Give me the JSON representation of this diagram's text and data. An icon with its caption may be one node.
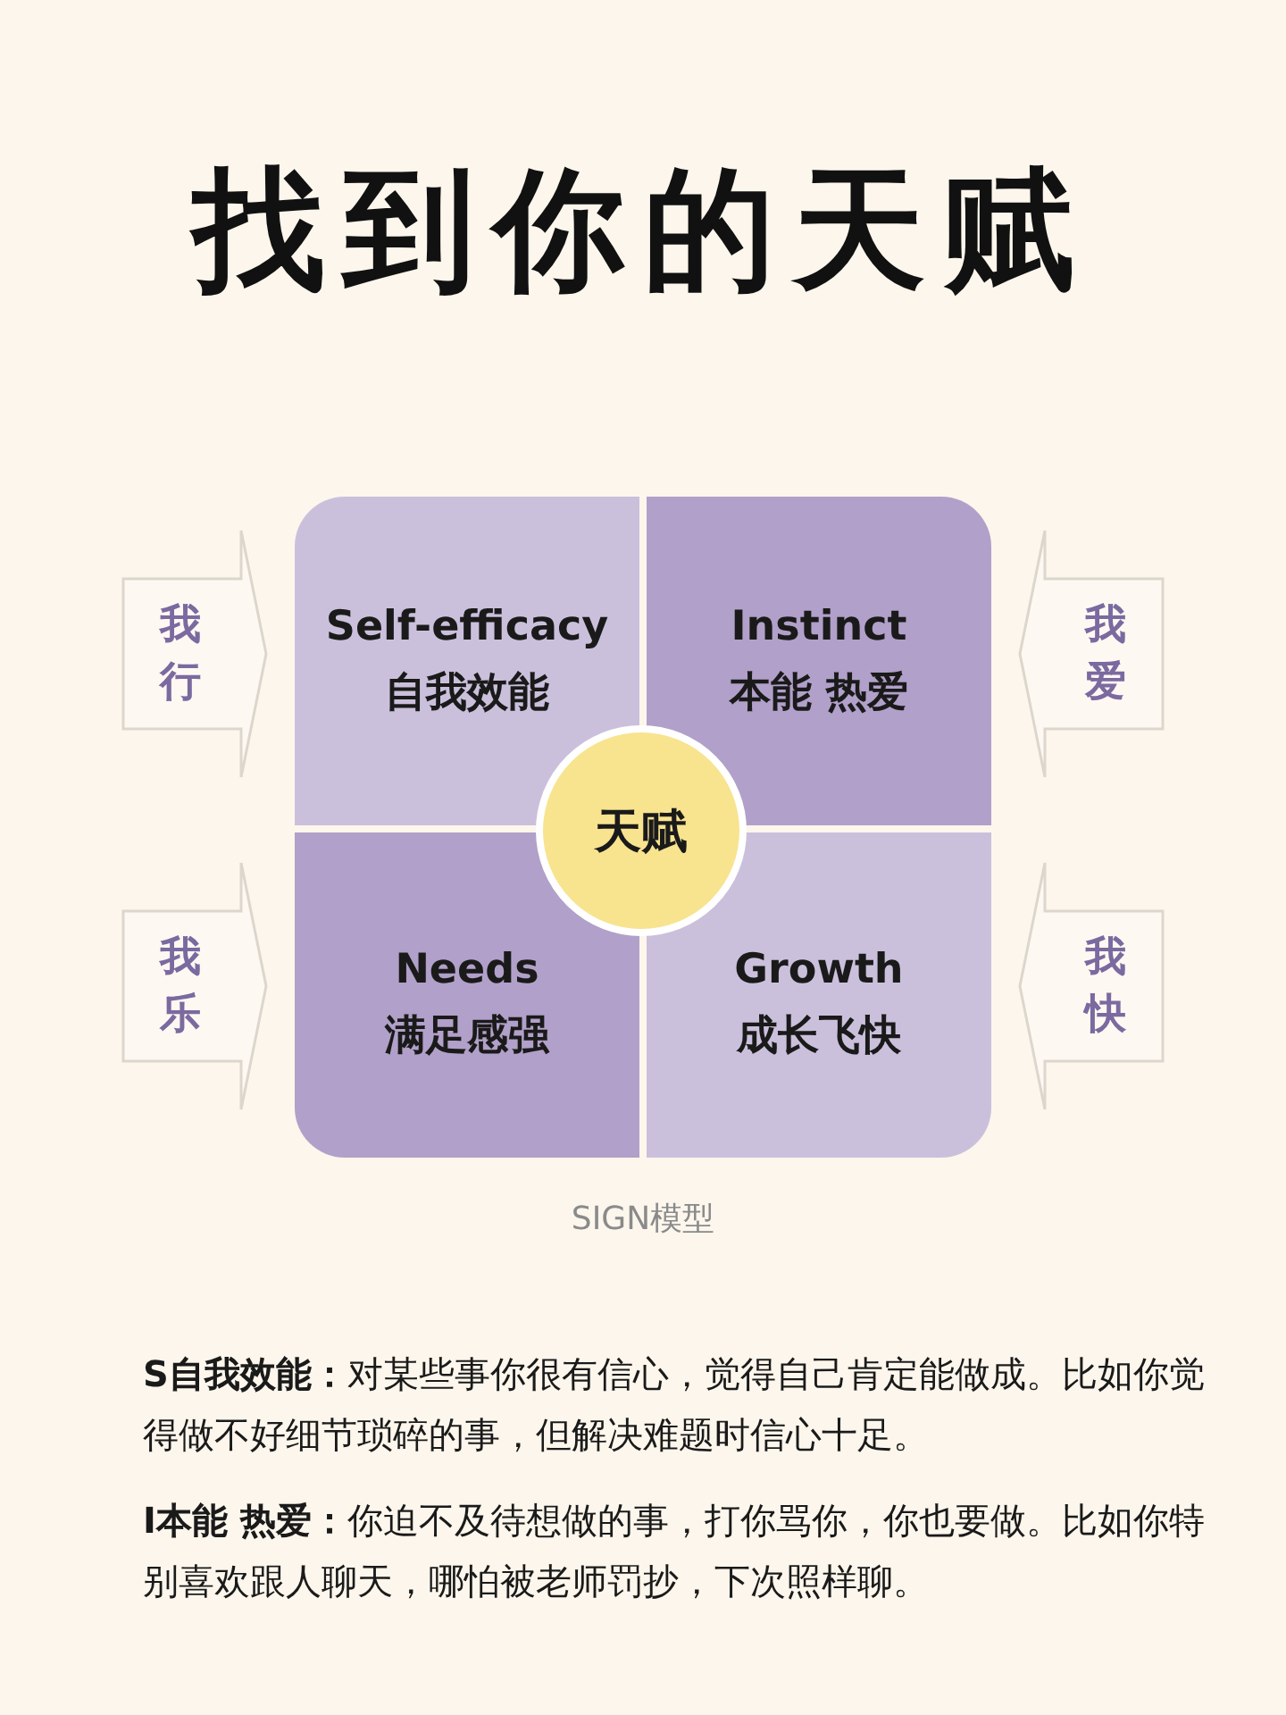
{
  "diagram": {
    "title": "找到你的天赋",
    "nodes": [
      {
        "text": [
          "Self-efficacy",
          "自我效能"
        ]
      },
      {
        "text": [
          "Instinct",
          "本能 热爱"
        ]
      },
      {
        "text": [
          "Needs",
          "满足感强"
        ]
      },
      {
        "text": [
          "Growth",
          "成长飞快"
        ]
      },
      {
        "text": [
          "天赋"
        ]
      },
      {
        "text": [
          "我行"
        ]
      },
      {
        "text": [
          "我乐"
        ]
      },
      {
        "text": [
          "我爱"
        ]
      },
      {
        "text": [
          "我快"
        ]
      }
    ],
    "edges": [],
    "labels": [
      "SIGN模型",
      "**S自我效能：**对某些事你很有信心，觉得自己肯定能做成。比如你觉得做不好细节琐碎的事，但解决难题时信心十足。",
      "**I本能 热爱：**你迫不及待想做的事，打你骂你，你也要做。比如你特别喜欢跟人聊天，哪怕被老师罚抄，下次照样聊。"
    ]
  }
}
